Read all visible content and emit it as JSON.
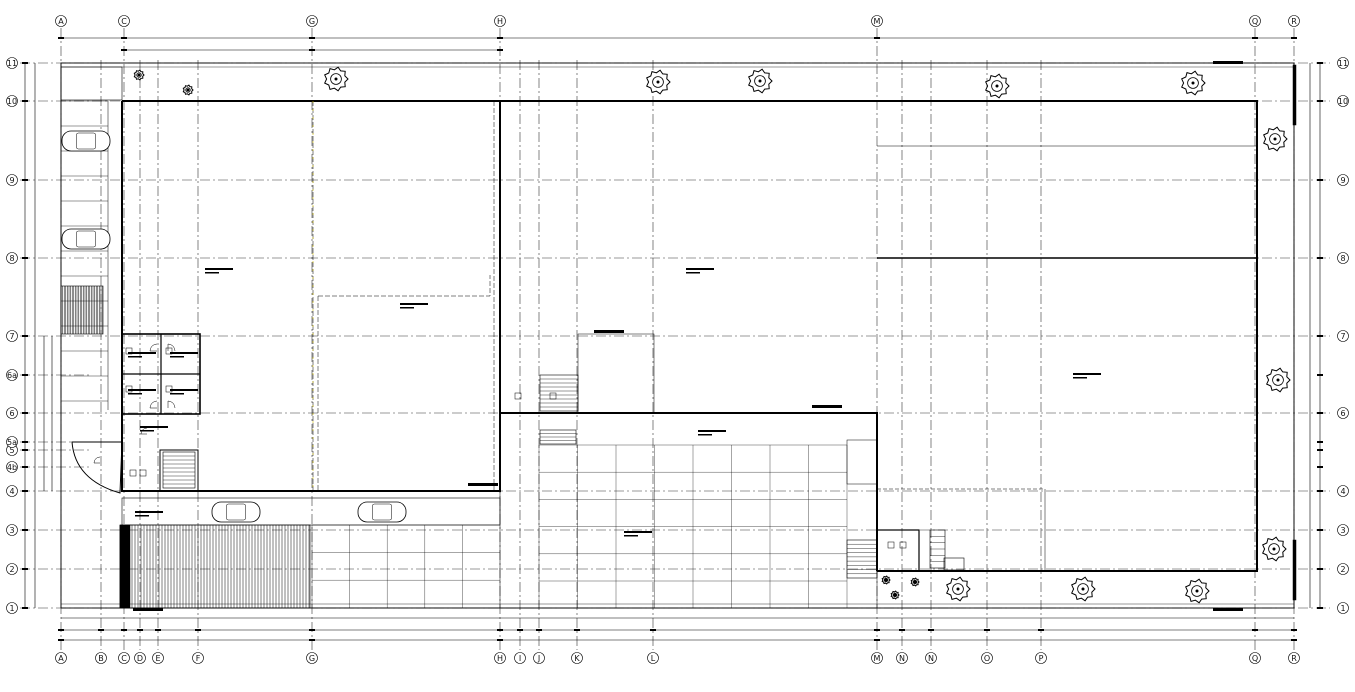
{
  "grid": {
    "columns": [
      "A",
      "B",
      "C",
      "D",
      "E",
      "F",
      "G",
      "H",
      "I",
      "J",
      "K",
      "L",
      "M",
      "N",
      "N",
      "O",
      "P",
      "Q",
      "R"
    ],
    "columns_top": [
      "A",
      "C",
      "G",
      "H",
      "M",
      "Q",
      "R"
    ],
    "rows": [
      "1",
      "2",
      "3",
      "4",
      "4b",
      "5",
      "5a",
      "6",
      "6a",
      "7",
      "8",
      "9",
      "10",
      "11"
    ]
  },
  "colors": {
    "ink": "#000000",
    "grid_line": "#222222",
    "highlight": "#d4c000"
  },
  "icons": [
    "tree-icon",
    "car-icon",
    "staircase-icon",
    "door-swing-icon",
    "grid-bubble-icon"
  ]
}
